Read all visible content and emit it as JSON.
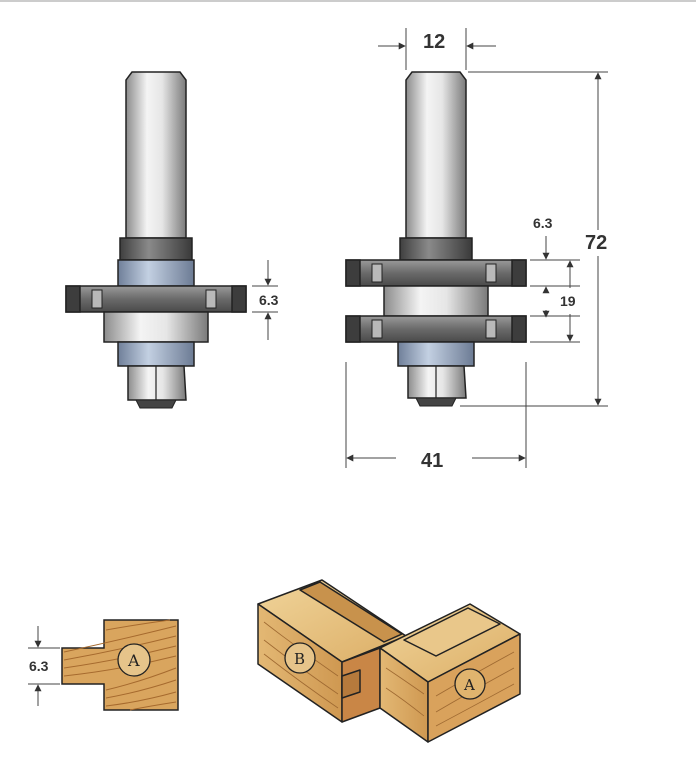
{
  "dimensions": {
    "shank_diameter": "12",
    "overall_length": "72",
    "cutter_diameter": "41",
    "cutter_gap": "19",
    "right_cutter_thickness": "6.3",
    "left_cutter_thickness": "6.3",
    "profile_tongue_thickness": "6.3"
  },
  "workpiece_labels": {
    "profile_piece": "A",
    "corner_piece_b": "B",
    "corner_piece_a": "A"
  },
  "colors": {
    "steel_light": "#f2f2f2",
    "steel_mid": "#bdbdbd",
    "steel_dark": "#6a6a6a",
    "spacer_blue": "#a9b8cf",
    "cutter_dark": "#555555",
    "wood_light": "#e6c48a",
    "wood_mid": "#d9a55e",
    "wood_end": "#c98646",
    "outline": "#222222"
  }
}
